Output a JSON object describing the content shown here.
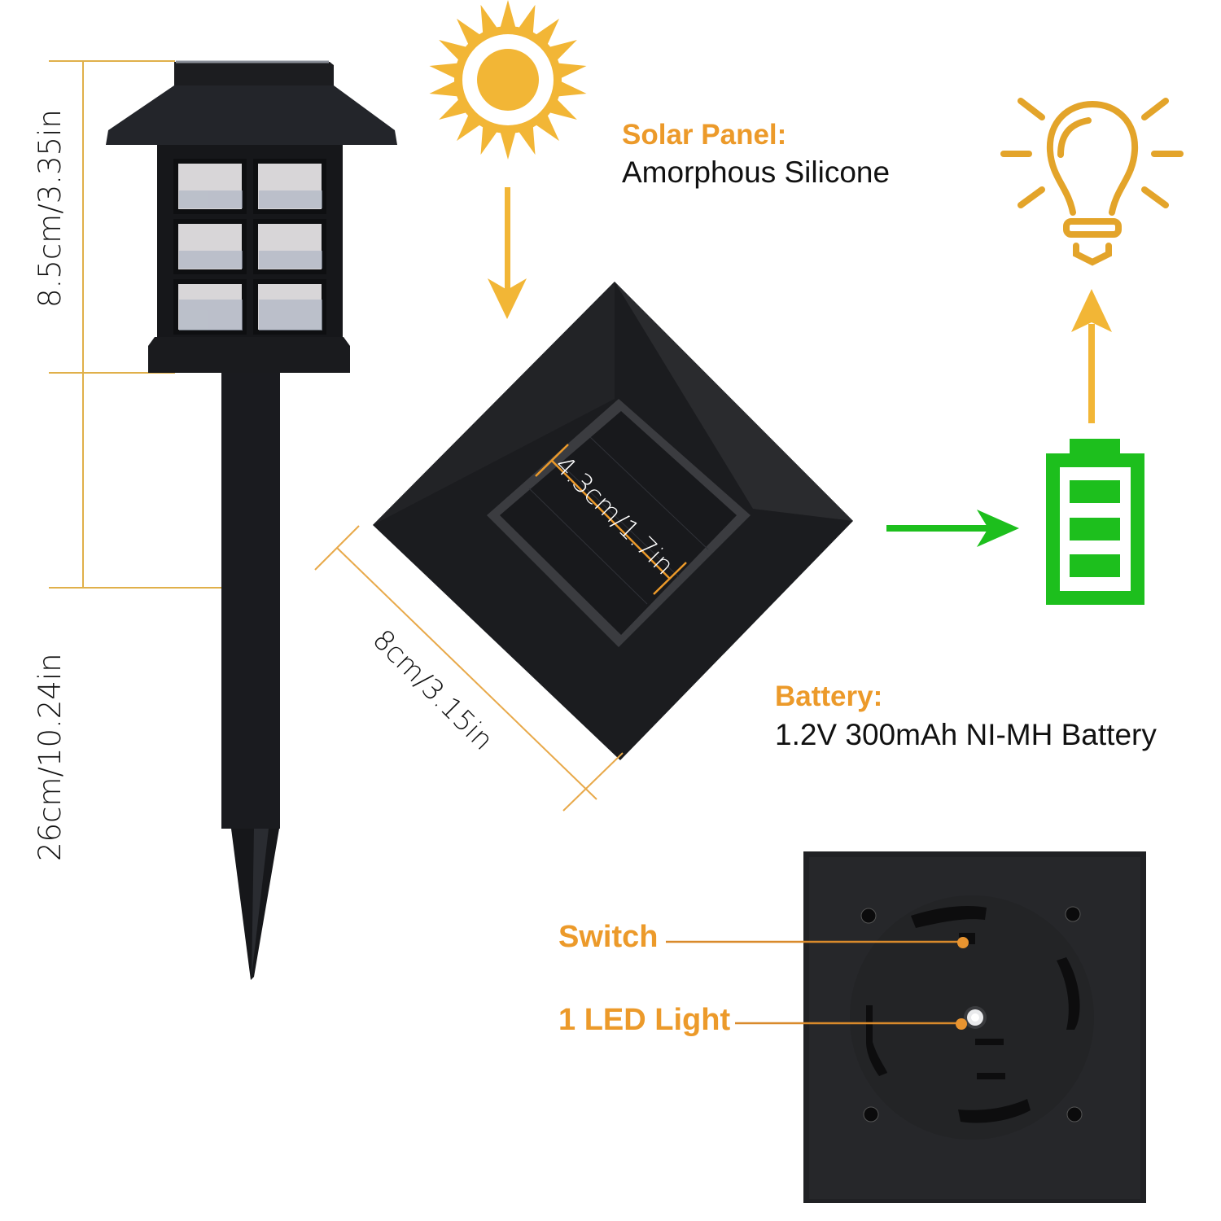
{
  "colors": {
    "accent_orange": "#ec9a2a",
    "icon_yellow": "#f2b636",
    "battery_green": "#1dbf1d",
    "product_black": "#1c1d20",
    "text_black": "#111111"
  },
  "dimensions": {
    "lantern_height": "8.5cm/3.35in",
    "total_height": "26cm/10.24in",
    "top_width": "8cm/3.15in",
    "panel_width": "4.3cm/1.7in"
  },
  "solar_panel": {
    "title": "Solar Panel:",
    "value": "Amorphous Silicone"
  },
  "battery": {
    "title": "Battery:",
    "value": "1.2V 300mAh NI-MH Battery"
  },
  "callouts": {
    "switch": "Switch",
    "led": "1 LED Light"
  },
  "icons": {
    "sun": "sun-icon",
    "bulb": "light-bulb-icon",
    "battery": "battery-full-icon",
    "arrows": [
      "arrow-down-icon",
      "arrow-right-icon",
      "arrow-up-icon"
    ]
  }
}
